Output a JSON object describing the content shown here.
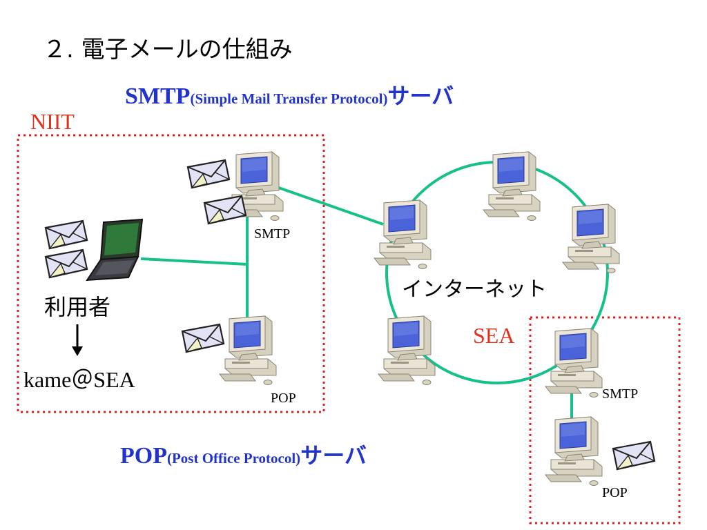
{
  "title": "２. 電子メールの仕組み",
  "smtp_heading": {
    "abbr": "SMTP",
    "full": "(Simple Mail Transfer Protocol)",
    "suffix": "サーバ"
  },
  "pop_heading": {
    "abbr": "POP",
    "full": "(Post Office Protocol)",
    "suffix": "サーバ"
  },
  "networks": {
    "niit": "NIIT",
    "sea": "SEA"
  },
  "labels": {
    "niit_smtp": "SMTP",
    "niit_pop": "POP",
    "sea_smtp": "SMTP",
    "sea_pop": "POP",
    "internet": "インターネット",
    "user": "利用者",
    "address": "kame＠SEA"
  },
  "colors": {
    "heading": "#2233cc",
    "network_label": "#e0301e",
    "boundary": "#e02020",
    "link": "#16c08a"
  }
}
